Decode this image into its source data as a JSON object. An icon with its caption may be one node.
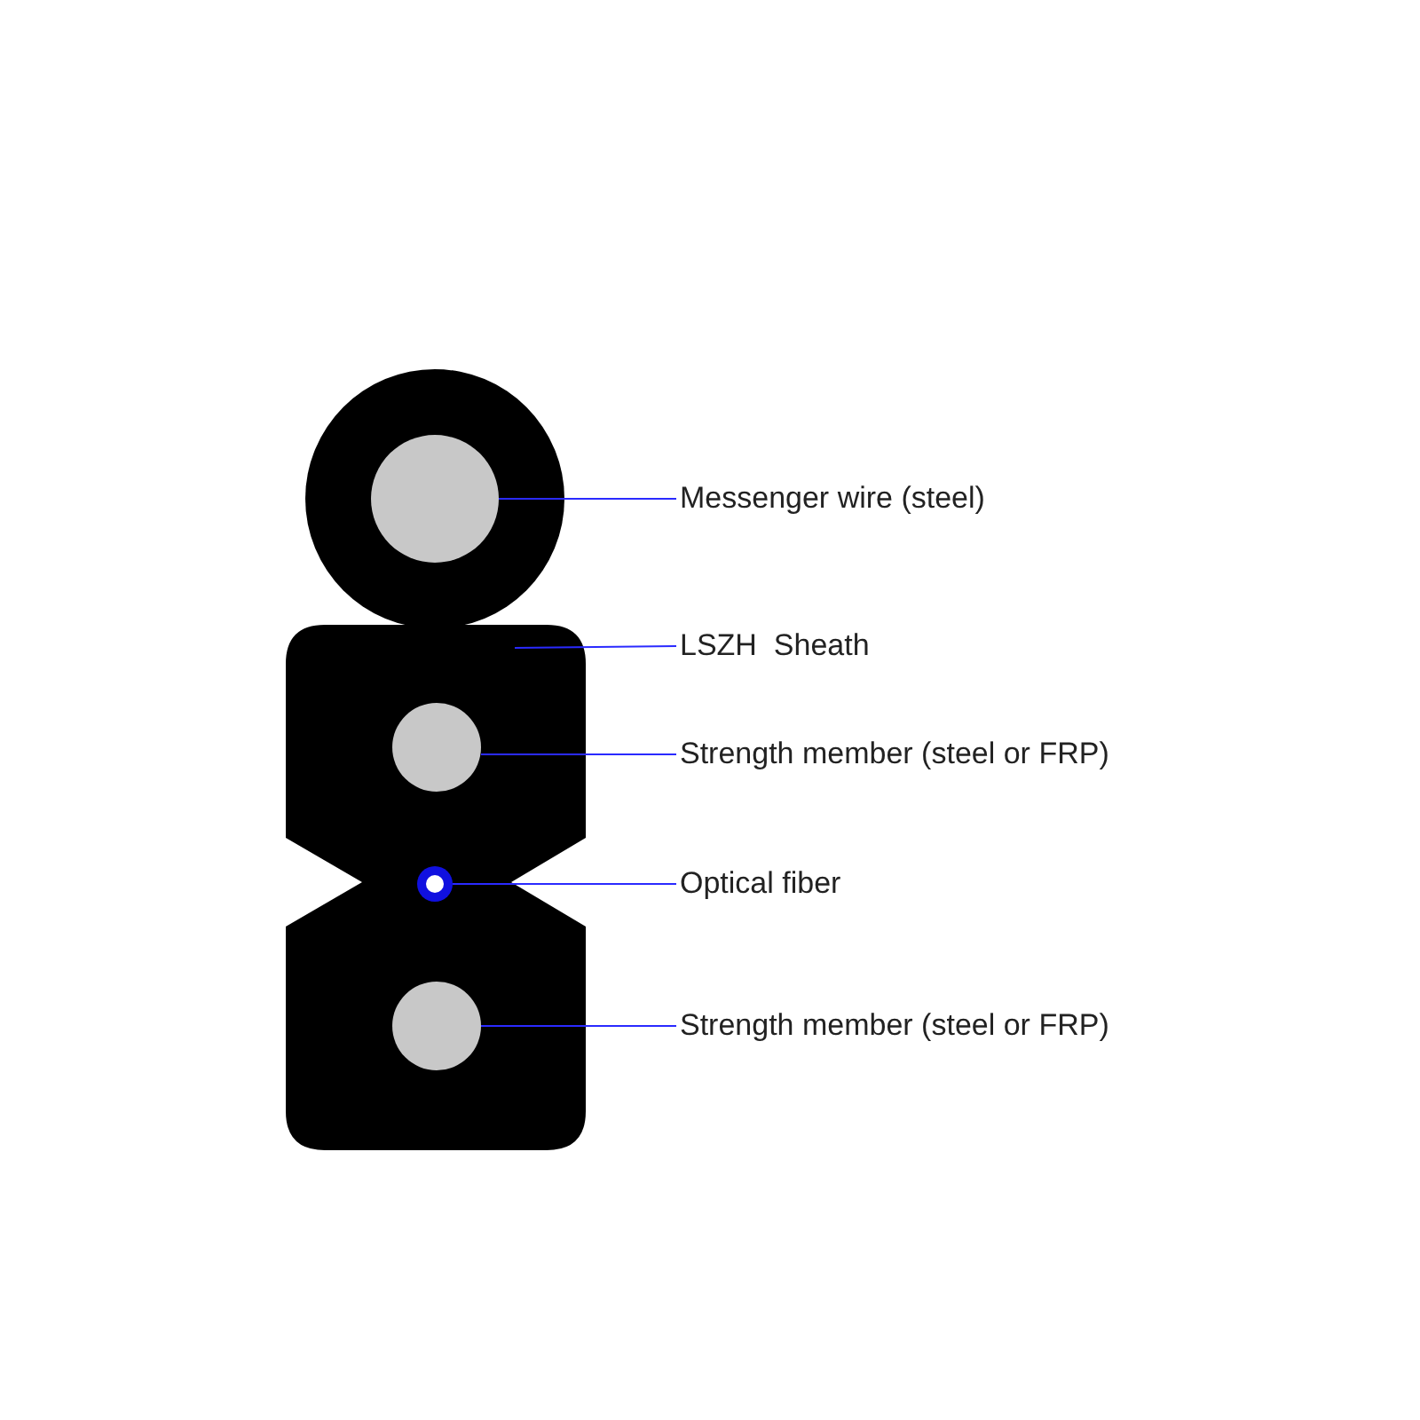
{
  "diagram": {
    "nodes": [
      {
        "text": [
          "Messenger wire (steel)"
        ]
      },
      {
        "text": [
          "LSZH  Sheath"
        ]
      },
      {
        "text": [
          "Strength member (steel or FRP)"
        ]
      },
      {
        "text": [
          "Optical fiber"
        ]
      },
      {
        "text": [
          "Strength member (steel or FRP)"
        ]
      },
      {
        "text": [],
        "shape": "circle"
      },
      {
        "text": [],
        "shape": "box"
      },
      {
        "text": [],
        "shape": "circle",
        "in": 6
      },
      {
        "text": [],
        "shape": "circle",
        "in": 6
      },
      {
        "text": [],
        "shape": "circle",
        "in": 6
      }
    ],
    "edges": [
      {
        "from": 0,
        "to": 5,
        "arrow": "none"
      },
      {
        "from": 1,
        "to": 6,
        "arrow": "none"
      },
      {
        "from": 2,
        "to": 7,
        "arrow": "none"
      },
      {
        "from": 3,
        "to": 8,
        "arrow": "none"
      },
      {
        "from": 4,
        "to": 9,
        "arrow": "none"
      }
    ]
  }
}
